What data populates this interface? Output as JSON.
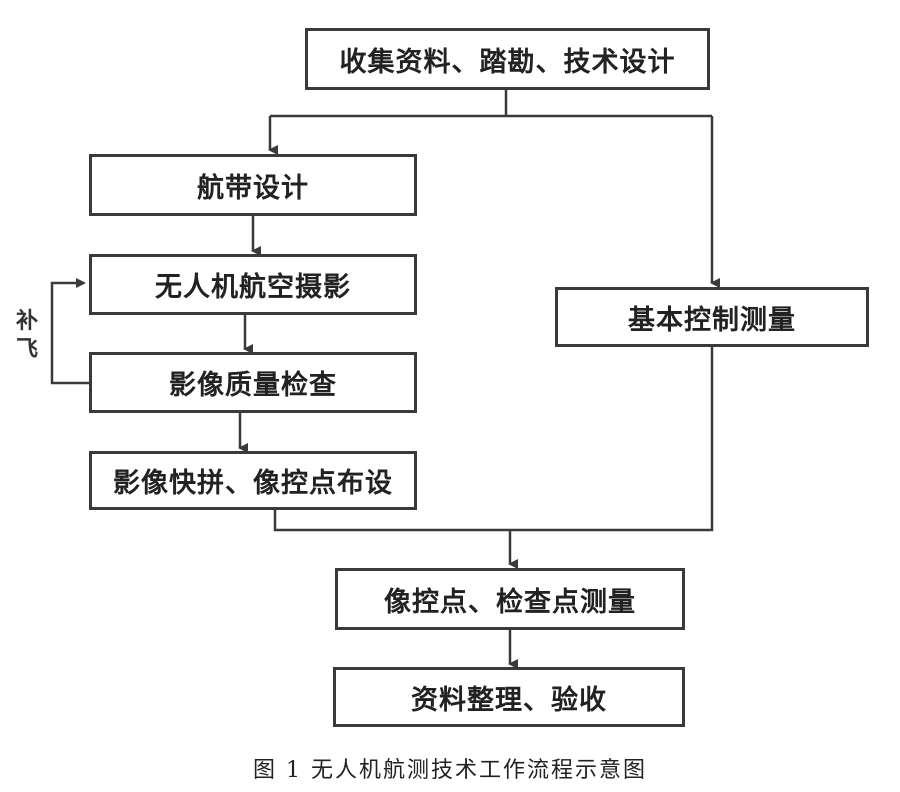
{
  "diagram": {
    "nodes": {
      "collect": "收集资料、踏勘、技术设计",
      "flight_design": "航带设计",
      "uav_photo": "无人机航空摄影",
      "image_check": "影像质量检查",
      "quick_mosaic": "影像快拼、像控点布设",
      "basic_control": "基本控制测量",
      "point_survey": "像控点、检查点测量",
      "final": "资料整理、验收"
    },
    "loop_label": "补飞"
  },
  "caption": "图 1 无人机航测技术工作流程示意图",
  "colors": {
    "stroke": "#3a3a3a",
    "text": "#222222"
  }
}
